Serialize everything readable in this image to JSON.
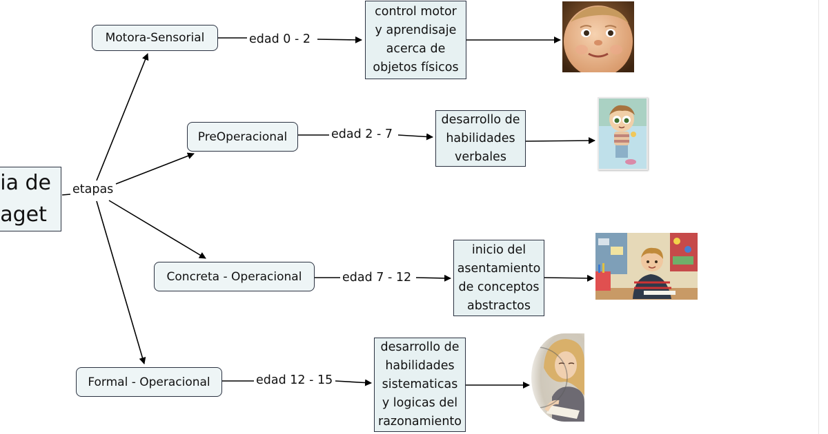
{
  "root": {
    "text": "ia de\naget"
  },
  "connector": "etapas",
  "stages": [
    {
      "name": "Motora-Sensorial",
      "age": "edad 0 - 2",
      "desc": "control motor\ny aprendisaje\nacerca de\nobjetos físicos",
      "image": "baby-face-photo"
    },
    {
      "name": "PreOperacional",
      "age": "edad 2 - 7",
      "desc": "desarrollo de\nhabilidades\nverbales",
      "image": "cartoon-boy-illustration"
    },
    {
      "name": "Concreta - Operacional",
      "age": "edad 7 - 12",
      "desc": "inicio del\nasentamiento\nde conceptos\nabstractos",
      "image": "schoolboy-at-desk-photo"
    },
    {
      "name": "Formal - Operacional",
      "age": "edad 12 - 15",
      "desc": "desarrollo de\nhabilidades\nsistematicas\ny logicas del\nrazonamiento",
      "image": "young-woman-reading-photo"
    }
  ],
  "colors": {
    "node_fill": "#eef5f6",
    "desc_fill": "#e7f1f2",
    "border": "#2a3140",
    "edge": "#000000"
  }
}
